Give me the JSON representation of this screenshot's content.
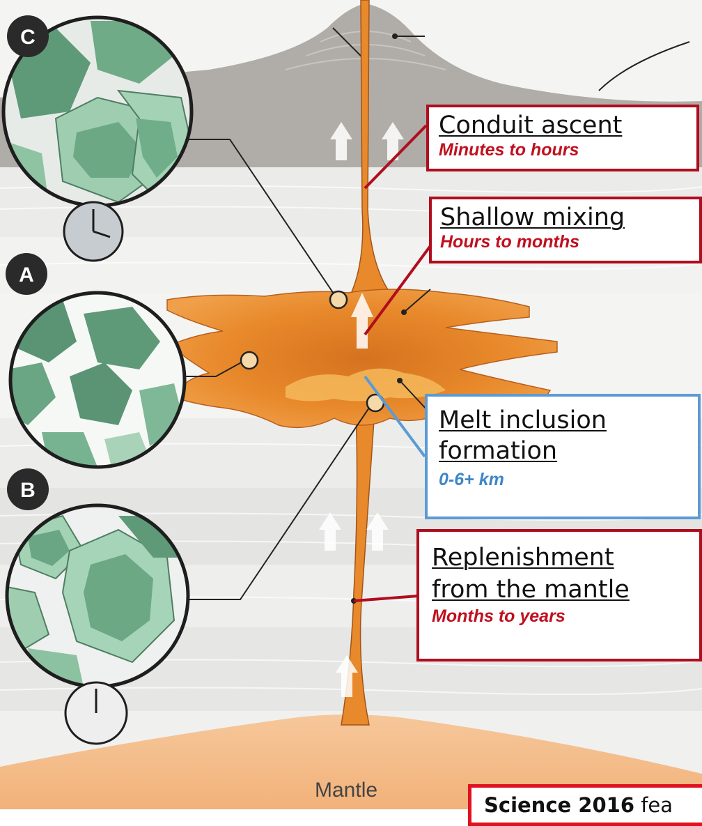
{
  "panels": [
    {
      "letter": "C"
    },
    {
      "letter": "A"
    },
    {
      "letter": "B"
    }
  ],
  "labels": {
    "conduit": {
      "title": "Conduit ascent",
      "subtitle": "Minutes to hours"
    },
    "shallow": {
      "title": "Shallow mixing",
      "subtitle": "Hours to months"
    },
    "melt": {
      "title_line1": "Melt inclusion",
      "title_line2": "formation",
      "subtitle": "0-6+ km"
    },
    "replenish": {
      "title_line1": "Replenishment",
      "title_line2": "from the mantle",
      "subtitle": "Months to years"
    }
  },
  "mantle_label": "Mantle",
  "citation": {
    "bold": "Science 2016",
    "rest": " fea"
  },
  "colors": {
    "magma": "#e8882a",
    "crystal": "#8fc4a3",
    "red_box": "#b00d1e",
    "blue_box": "#5b9bd5"
  }
}
